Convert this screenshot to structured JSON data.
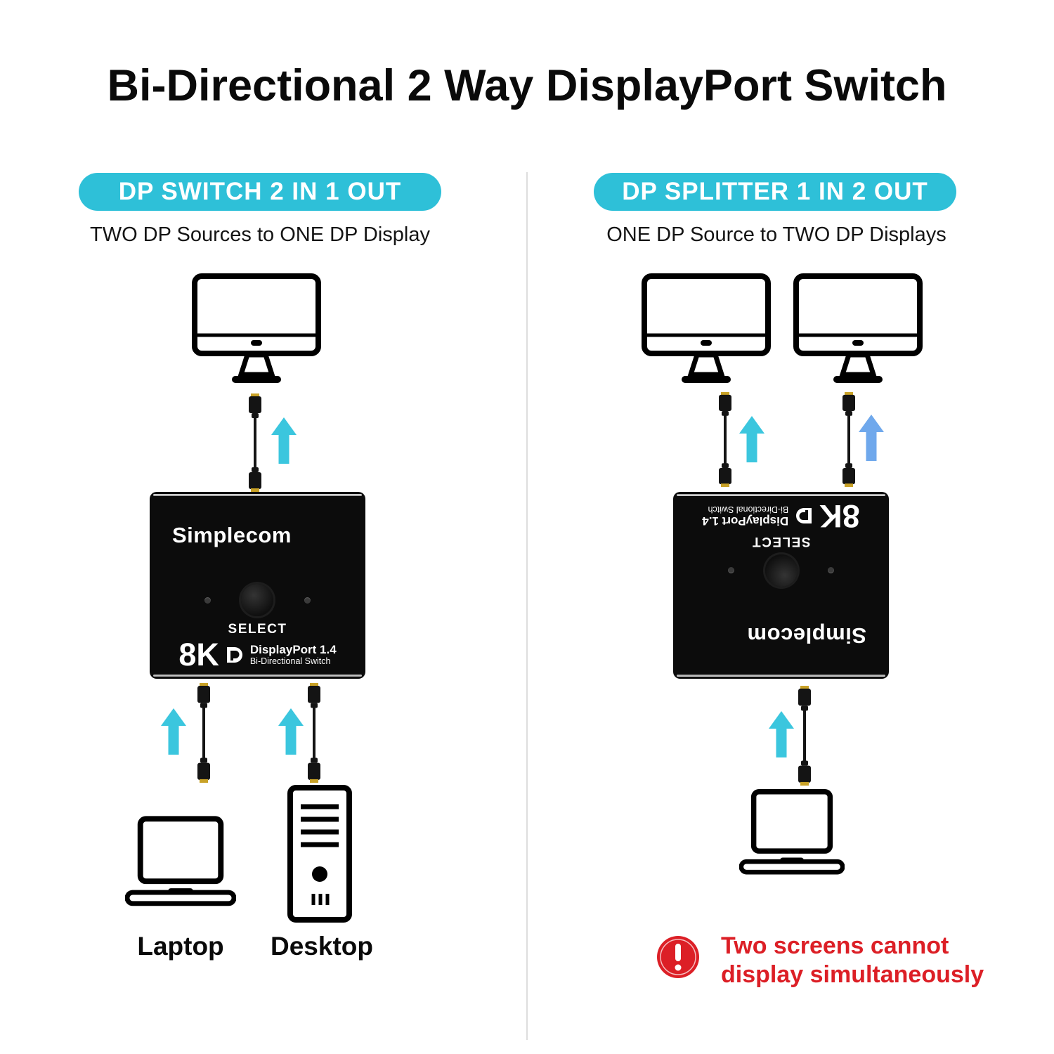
{
  "title": "Bi-Directional 2 Way DisplayPort Switch",
  "colors": {
    "badge_bg": "#2EC0D8",
    "arrow_cyan": "#3BC6DE",
    "arrow_blue": "#6FA8EC",
    "warning_red": "#DC1F26",
    "cable_gold": "#C9A227",
    "device_black": "#0C0C0C"
  },
  "left_panel": {
    "badge": "DP SWITCH 2 IN 1 OUT",
    "subtitle": "TWO DP Sources to ONE DP Display",
    "laptop_label": "Laptop",
    "desktop_label": "Desktop"
  },
  "right_panel": {
    "badge": "DP SPLITTER 1 IN 2 OUT",
    "subtitle": "ONE DP Source to TWO DP Displays",
    "warning": {
      "line1": "Two screens cannot",
      "line2": "display simultaneously"
    }
  },
  "device": {
    "brand": "Simplecom",
    "select_label": "SELECT",
    "resolution_label": "8K",
    "spec_line1": "DisplayPort 1.4",
    "spec_line2": "Bi-Directional Switch"
  },
  "icons": {
    "monitor-icon": "outline desktop monitor",
    "laptop-icon": "outline laptop",
    "desktop-tower-icon": "outline pc tower",
    "dp-cable-icon": "displayport cable with gold connectors",
    "up-arrow-icon": "upward arrow",
    "displayport-logo-icon": "DisplayPort logo",
    "warning-icon": "red circle with exclamation mark"
  }
}
